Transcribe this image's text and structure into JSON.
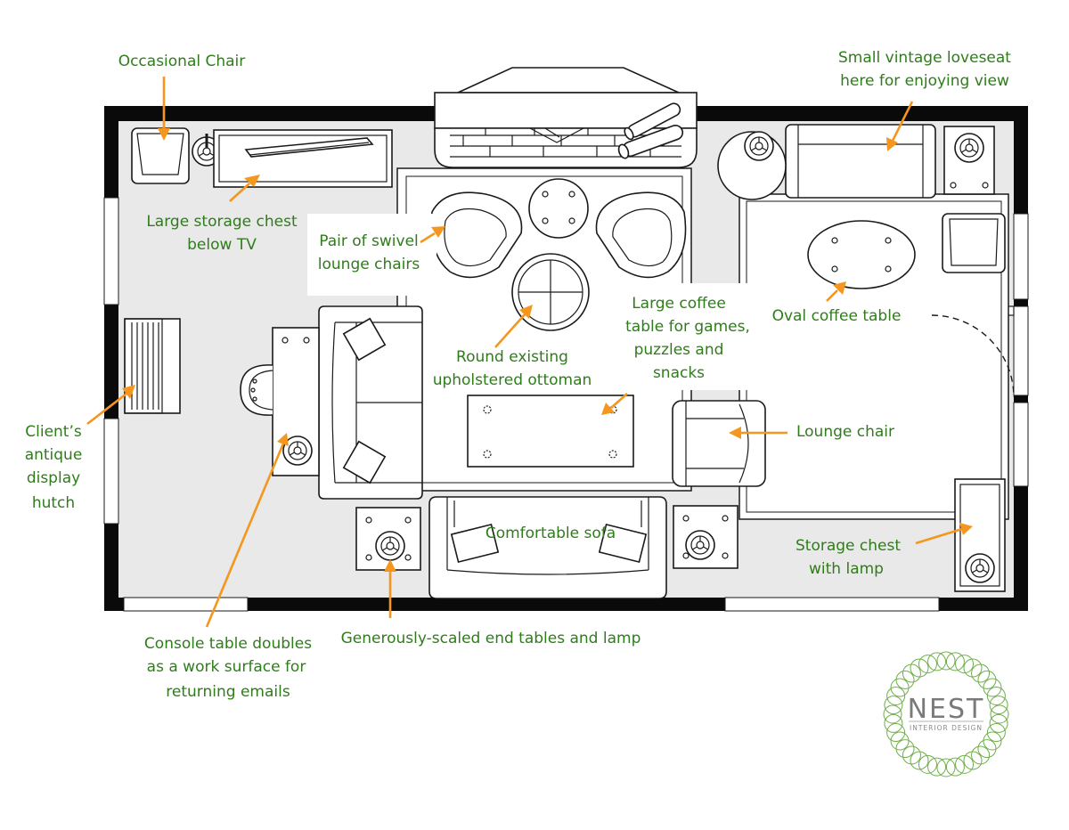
{
  "labels": {
    "occasional_chair": "Occasional Chair",
    "storage_chest_tv": [
      "Large storage chest",
      "below TV"
    ],
    "swivel_chairs": [
      "Pair of swivel",
      "lounge chairs"
    ],
    "ottoman": [
      "Round existing",
      "upholstered ottoman"
    ],
    "coffee_table": [
      "Large coffee",
      "table for games,",
      "puzzles and",
      "snacks"
    ],
    "loveseat": [
      "Small vintage loveseat",
      "here for enjoying view"
    ],
    "oval_table": "Oval coffee table",
    "hutch": [
      "Client’s",
      "antique",
      "display",
      "hutch"
    ],
    "lounge_chair": "Lounge chair",
    "storage_lamp": [
      "Storage chest",
      "with lamp"
    ],
    "sofa": "Comfortable sofa",
    "end_tables": "Generously-scaled end tables and lamp",
    "console": [
      "Console table doubles",
      "as a work surface for",
      "returning emails"
    ]
  },
  "logo": {
    "name": "NEST",
    "tagline": "INTERIOR DESIGN"
  },
  "colors": {
    "label_text": "#2e7d1a",
    "arrow": "#f5961e",
    "wall": "#0a0a0a",
    "floor": "#e9e9e9",
    "logo_ring": "#6fae4a"
  }
}
